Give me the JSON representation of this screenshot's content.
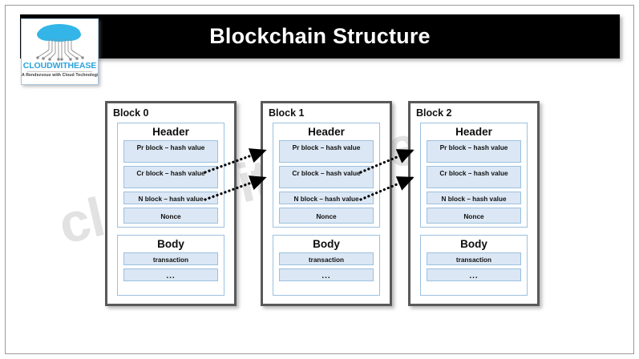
{
  "header": {
    "title": "Blockchain Structure",
    "logo": {
      "name": "CLOUDWITHEASE",
      "tagline": "A Rendezvous with Cloud Technologies",
      "icon": "cloud-icon"
    }
  },
  "watermark": {
    "text": "cloudwithease.com"
  },
  "labels": {
    "header_section": "Header",
    "body_section": "Body",
    "previous_hash": "Pr block – hash value",
    "current_hash": "Cr block – hash value",
    "next_hash": "N block – hash value",
    "nonce": "Nonce",
    "transaction": "transaction",
    "ellipsis": "..."
  },
  "blocks": [
    {
      "label": "Block 0",
      "header": {
        "title": "Header",
        "fields": [
          "Pr block – hash value",
          "Cr block – hash value",
          "N block – hash value",
          "Nonce"
        ]
      },
      "body": {
        "title": "Body",
        "fields": [
          "transaction",
          "..."
        ]
      }
    },
    {
      "label": "Block 1",
      "header": {
        "title": "Header",
        "fields": [
          "Pr block – hash value",
          "Cr block – hash value",
          "N block – hash value",
          "Nonce"
        ]
      },
      "body": {
        "title": "Body",
        "fields": [
          "transaction",
          "..."
        ]
      }
    },
    {
      "label": "Block 2",
      "header": {
        "title": "Header",
        "fields": [
          "Pr block – hash value",
          "Cr block – hash value",
          "N block – hash value",
          "Nonce"
        ]
      },
      "body": {
        "title": "Body",
        "fields": [
          "transaction",
          "..."
        ]
      }
    }
  ],
  "connections": [
    {
      "from": "block-0 Cr block – hash value",
      "to": "block-1 Pr block – hash value",
      "style": "dotted-arrow"
    },
    {
      "from": "block-0 N block – hash value",
      "to": "block-1 Cr block – hash value",
      "style": "dotted-arrow"
    },
    {
      "from": "block-1 Cr block – hash value",
      "to": "block-2 Pr block – hash value",
      "style": "dotted-arrow"
    },
    {
      "from": "block-1 N block – hash value",
      "to": "block-2 Cr block – hash value",
      "style": "dotted-arrow"
    }
  ],
  "colors": {
    "title_bar_bg": "#000000",
    "title_text": "#ffffff",
    "block_border": "#595959",
    "field_fill": "#dbe7f4",
    "field_border": "#9cc0e0",
    "logo_accent": "#29a3dd",
    "watermark": "#e2e2e2",
    "page_bg": "#ffffff"
  }
}
